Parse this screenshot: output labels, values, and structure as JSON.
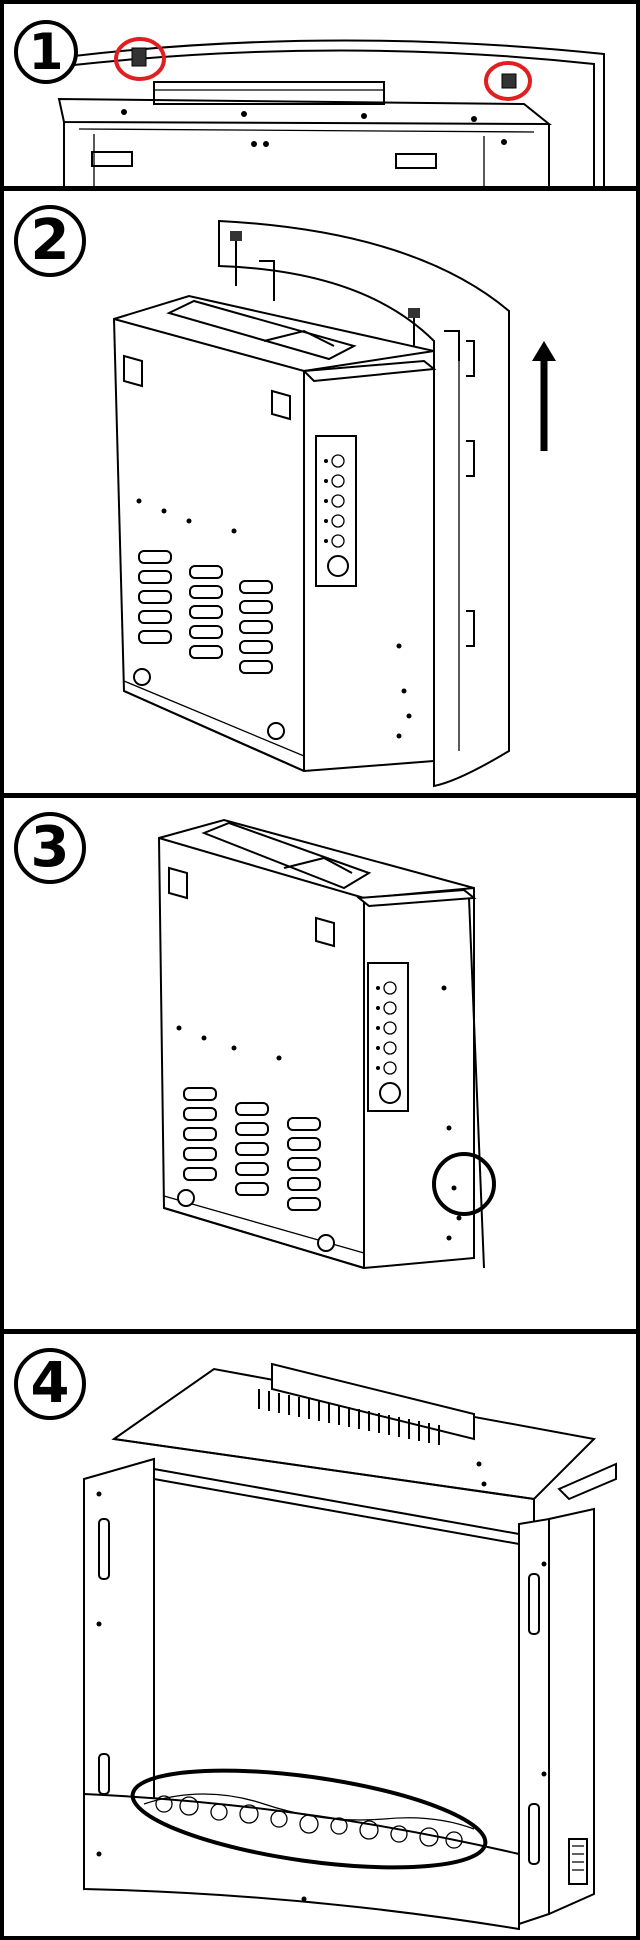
{
  "steps": [
    {
      "number": "1",
      "markers": {
        "color": "#e02020",
        "count": 2
      }
    },
    {
      "number": "2",
      "arrow": "up"
    },
    {
      "number": "3",
      "markers": {
        "color": "#000000",
        "count": 1
      }
    },
    {
      "number": "4",
      "markers": {
        "color": "#000000",
        "count": 1
      }
    }
  ]
}
